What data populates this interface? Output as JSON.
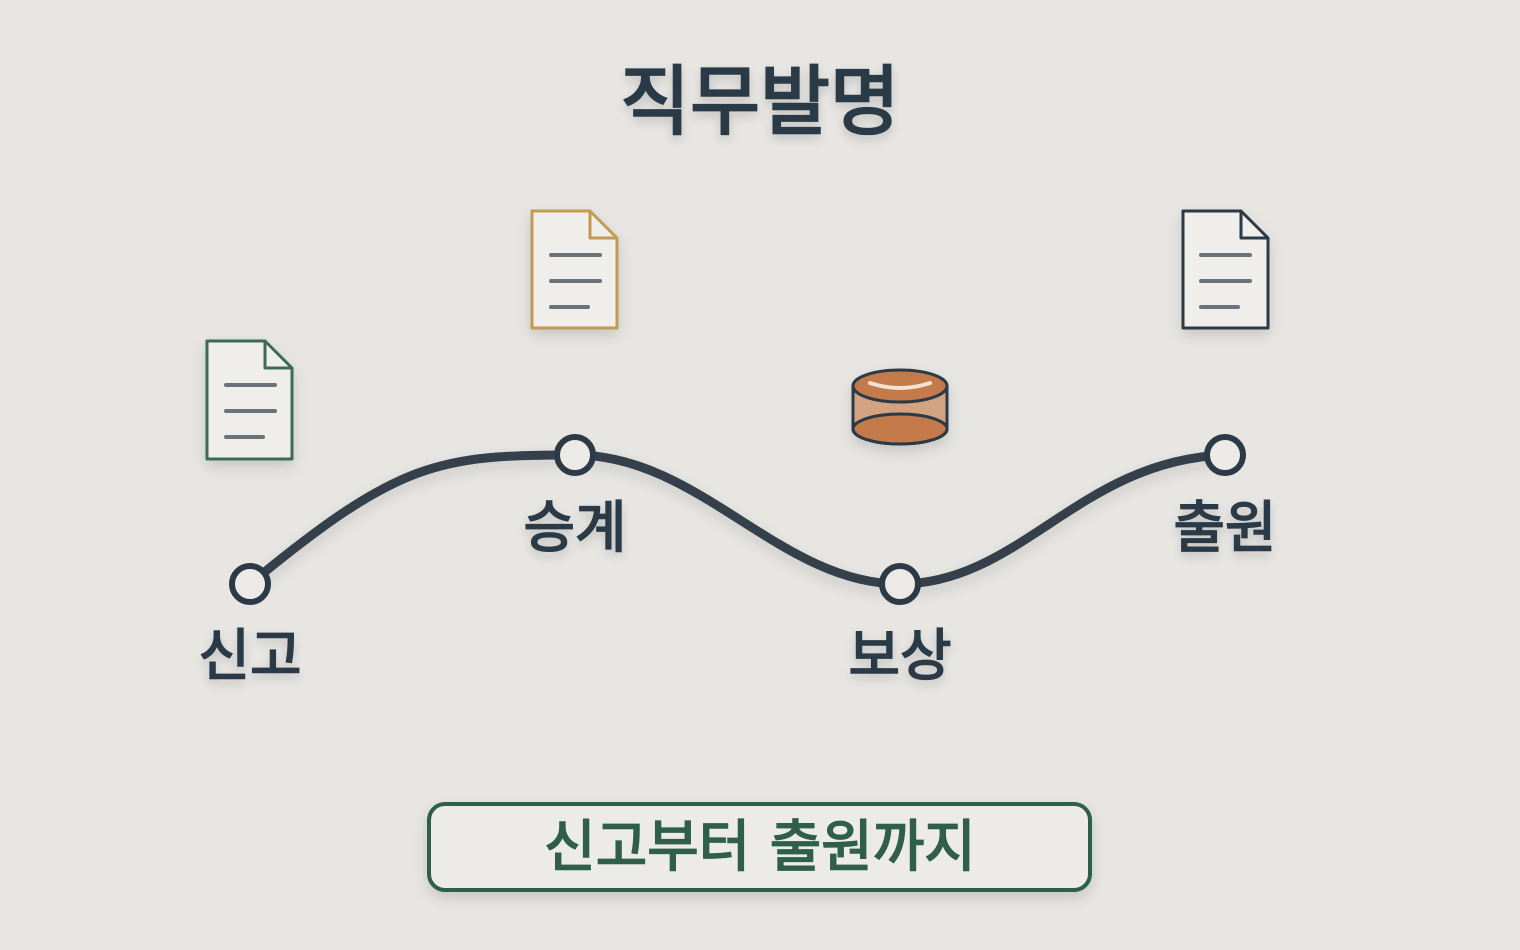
{
  "title": "직무발명",
  "stages": [
    {
      "label": "신고"
    },
    {
      "label": "승계"
    },
    {
      "label": "보상"
    },
    {
      "label": "출원"
    }
  ],
  "caption": "신고부터 출원까지",
  "icons": {
    "report": "document-icon",
    "succession": "document-icon",
    "reward": "coin-icon",
    "application": "document-icon"
  },
  "colors": {
    "background": "#e7e6e3",
    "text": "#2c3a47",
    "path": "#34414b",
    "report_doc": "#3b6b55",
    "succession_doc": "#c49a52",
    "application_doc": "#2c3a47",
    "coin": "#c47a4b",
    "caption": "#2f5f4c"
  }
}
